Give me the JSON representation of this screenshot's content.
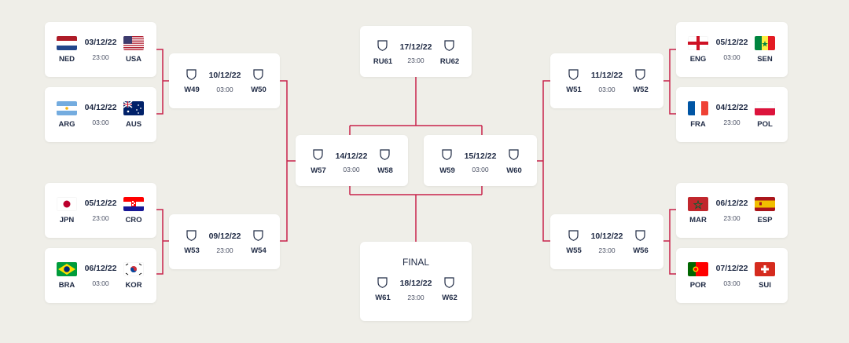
{
  "colors": {
    "background": "#efeee8",
    "card": "#ffffff",
    "bracket_line": "#c8224a",
    "text": "#1f2a44"
  },
  "matches": {
    "r16_1": {
      "home": "NED",
      "away": "USA",
      "date": "03/12/22",
      "time": "23:00",
      "home_flag": "netherlands-flag",
      "away_flag": "usa-flag"
    },
    "r16_2": {
      "home": "ARG",
      "away": "AUS",
      "date": "04/12/22",
      "time": "03:00",
      "home_flag": "argentina-flag",
      "away_flag": "australia-flag"
    },
    "r16_3": {
      "home": "JPN",
      "away": "CRO",
      "date": "05/12/22",
      "time": "23:00",
      "home_flag": "japan-flag",
      "away_flag": "croatia-flag"
    },
    "r16_4": {
      "home": "BRA",
      "away": "KOR",
      "date": "06/12/22",
      "time": "03:00",
      "home_flag": "brazil-flag",
      "away_flag": "korea-flag"
    },
    "r16_5": {
      "home": "ENG",
      "away": "SEN",
      "date": "05/12/22",
      "time": "03:00",
      "home_flag": "england-flag",
      "away_flag": "senegal-flag"
    },
    "r16_6": {
      "home": "FRA",
      "away": "POL",
      "date": "04/12/22",
      "time": "23:00",
      "home_flag": "france-flag",
      "away_flag": "poland-flag"
    },
    "r16_7": {
      "home": "MAR",
      "away": "ESP",
      "date": "06/12/22",
      "time": "23:00",
      "home_flag": "morocco-flag",
      "away_flag": "spain-flag"
    },
    "r16_8": {
      "home": "POR",
      "away": "SUI",
      "date": "07/12/22",
      "time": "03:00",
      "home_flag": "portugal-flag",
      "away_flag": "switzerland-flag"
    },
    "qf_1": {
      "home": "W49",
      "away": "W50",
      "date": "10/12/22",
      "time": "03:00"
    },
    "qf_2": {
      "home": "W53",
      "away": "W54",
      "date": "09/12/22",
      "time": "23:00"
    },
    "qf_3": {
      "home": "W51",
      "away": "W52",
      "date": "11/12/22",
      "time": "03:00"
    },
    "qf_4": {
      "home": "W55",
      "away": "W56",
      "date": "10/12/22",
      "time": "23:00"
    },
    "sf_1": {
      "home": "W57",
      "away": "W58",
      "date": "14/12/22",
      "time": "03:00"
    },
    "sf_2": {
      "home": "W59",
      "away": "W60",
      "date": "15/12/22",
      "time": "03:00"
    },
    "third": {
      "home": "RU61",
      "away": "RU62",
      "date": "17/12/22",
      "time": "23:00"
    },
    "final": {
      "label": "FINAL",
      "home": "W61",
      "away": "W62",
      "date": "18/12/22",
      "time": "23:00"
    }
  }
}
